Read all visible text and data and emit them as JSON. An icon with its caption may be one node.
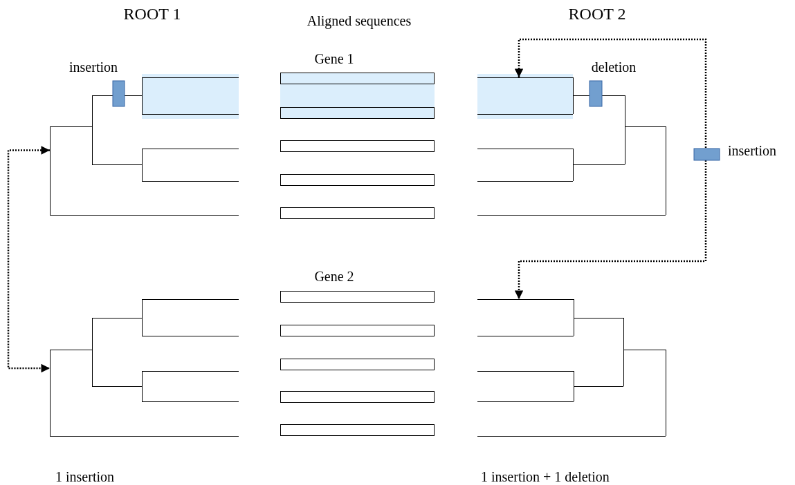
{
  "diagram": {
    "nodes": [
      {
        "text": [],
        "shape": "tree"
      },
      {
        "text": [],
        "shape": "tree"
      },
      {
        "text": [],
        "shape": "tree"
      },
      {
        "text": [],
        "shape": "tree"
      },
      {
        "text": [],
        "shape": "bar"
      },
      {
        "text": [],
        "shape": "bar"
      },
      {
        "text": [],
        "shape": "bar"
      },
      {
        "text": [],
        "shape": "bar"
      },
      {
        "text": [],
        "shape": "bar"
      },
      {
        "text": [],
        "shape": "bar"
      },
      {
        "text": [],
        "shape": "bar"
      },
      {
        "text": [],
        "shape": "bar"
      },
      {
        "text": [],
        "shape": "bar"
      },
      {
        "text": [],
        "shape": "bar"
      }
    ],
    "edges": [
      {
        "from": 0,
        "to": 1,
        "arrow": "both",
        "style": "dashed"
      },
      {
        "from": 2,
        "to": 3,
        "arrow": "both",
        "style": "dashed"
      }
    ],
    "labels": [
      "ROOT 1",
      "Aligned sequences",
      "ROOT 2",
      "Gene 1",
      "insertion",
      "deletion",
      "insertion",
      "Gene 2",
      "1 insertion",
      "1 insertion + 1 deletion"
    ]
  }
}
